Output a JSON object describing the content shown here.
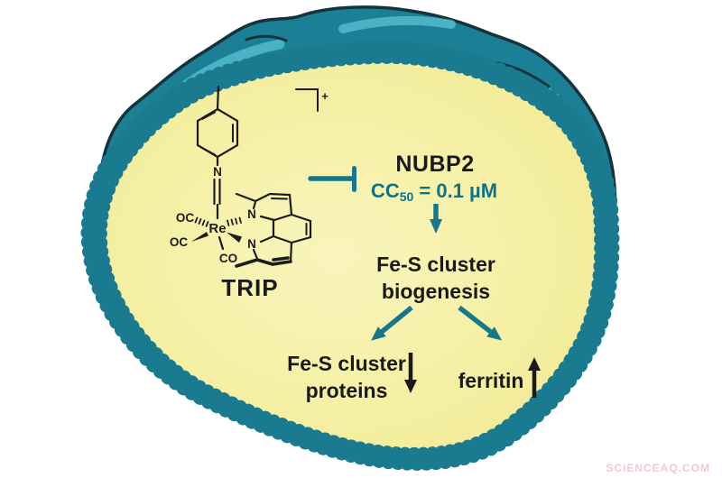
{
  "page": {
    "watermark": "SCIENCEAQ.COM"
  },
  "colors": {
    "teal_body": "#1b7f96",
    "teal_outline": "#14333b",
    "teal_highlight": "#4fb8ca",
    "teal_accent_text": "#0f7285",
    "cytoplasm_yellow": "#f5f0a4",
    "bead_fill": "#f4efa8",
    "text_black": "#1a1a1a",
    "watermark_pink": "#f1c9ce"
  },
  "compound": {
    "name": "TRIP",
    "charge": "+",
    "atoms": {
      "re": "Re",
      "n_isocyanide": "N",
      "n_phen_top": "N",
      "n_phen_bottom": "N",
      "carbonyl_1": "OC",
      "carbonyl_2": "OC",
      "carbonyl_3": "CO"
    }
  },
  "pathway": {
    "target_name": "NUBP2",
    "potency_prefix": "CC",
    "potency_subscript": "50",
    "potency_rest": " = 0.1 µM",
    "process_line1": "Fe-S cluster",
    "process_line2": "biogenesis",
    "outcome_left_line1": "Fe-S cluster",
    "outcome_left_line2": "proteins",
    "outcome_right": "ferritin"
  }
}
